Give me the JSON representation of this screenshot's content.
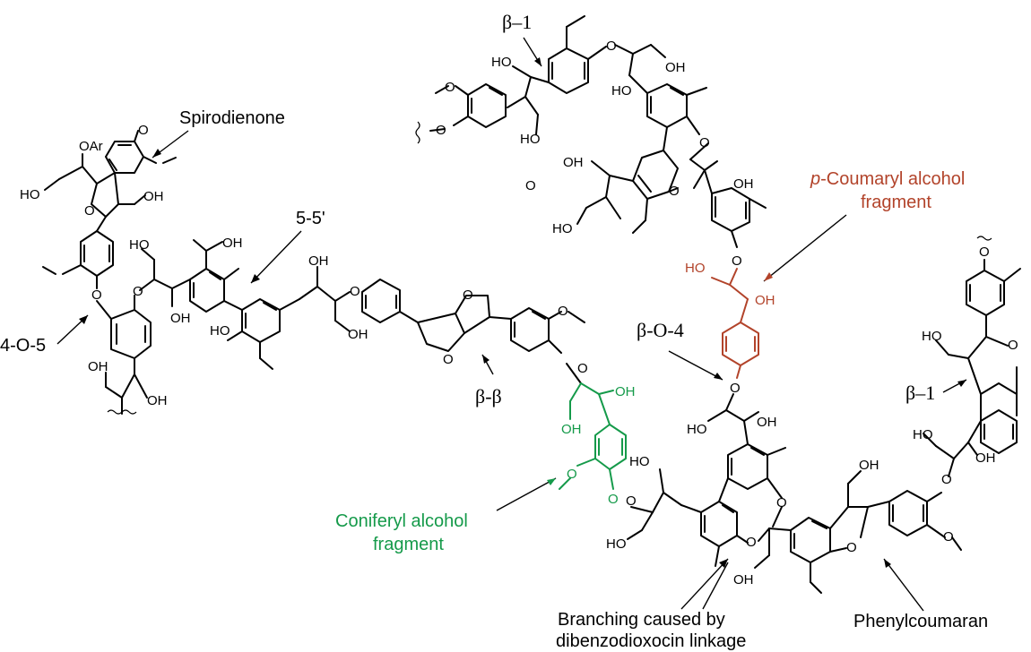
{
  "colors": {
    "bond": "#000000",
    "p_coumaryl": "#b2432a",
    "coniferyl": "#159a4a"
  },
  "labels": {
    "spirodienone": "Spirodienone",
    "five_five": "5-5'",
    "four_o_five": "4-O-5",
    "beta_beta": "β-β",
    "beta_one_top": "β–1",
    "beta_one_right": "β–1",
    "beta_o_four": "β-O-4",
    "p_coumaryl_italic": "p",
    "p_coumaryl_rest": "-Coumaryl alcohol",
    "p_coumaryl_line2": "fragment",
    "coniferyl_line1": "Coniferyl alcohol",
    "coniferyl_line2": "fragment",
    "branching_line1": "Branching caused by",
    "branching_line2": "dibenzodioxocin linkage",
    "phenylcoumaran": "Phenylcoumaran"
  },
  "atoms": {
    "o": "O",
    "oh": "OH",
    "ho": "HO",
    "oar": "OAr"
  }
}
